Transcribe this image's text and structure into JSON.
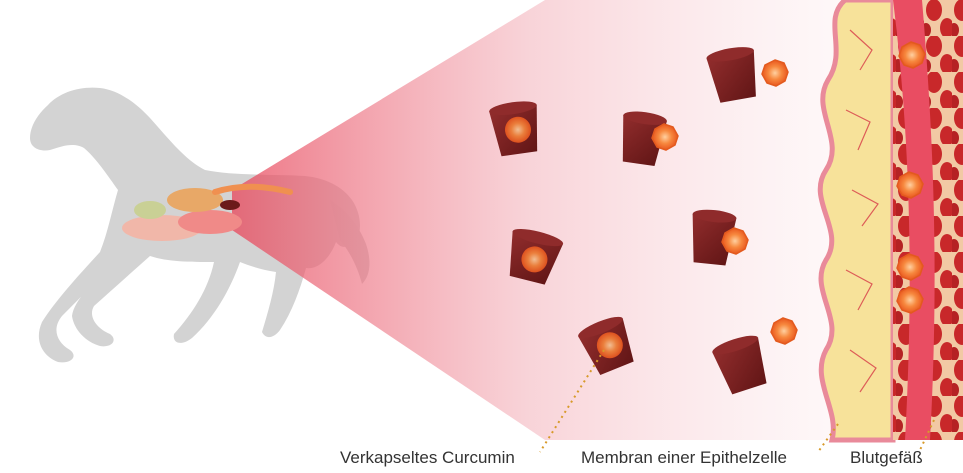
{
  "labels": {
    "encapsulated_curcumin": "Verkapseltes Curcumin",
    "epithelial_membrane": "Membran einer Epithelzelle",
    "blood_vessel": "Blutgefäß"
  },
  "colors": {
    "horse": "#d3d3d3",
    "capsule": "#7a2020",
    "capsule_top": "#8f2b2b",
    "curcumin": "#f47a33",
    "membrane_edge": "#e98a9a",
    "membrane_fill": "#f7e29a",
    "vessel": "#e94d62",
    "blood_cell": "#c42a2a",
    "beam": "#f6c2c9"
  }
}
